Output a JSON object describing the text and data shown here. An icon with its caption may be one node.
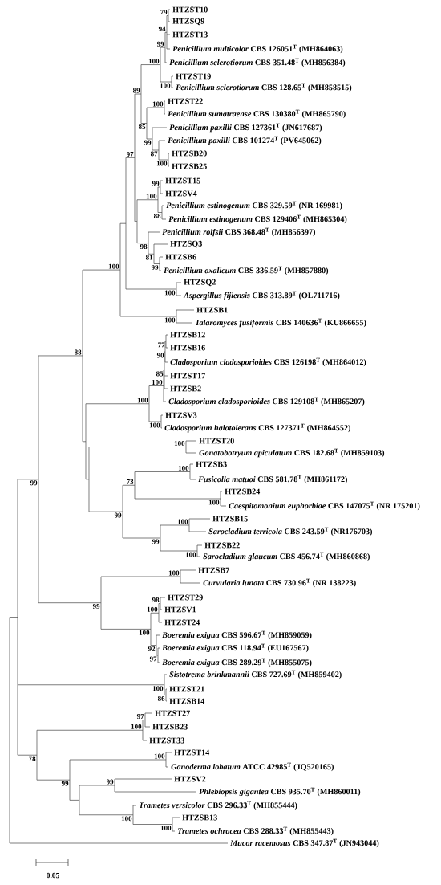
{
  "diagram": {
    "labels": [
      "HTZST10",
      "HTZSQ9",
      "HTZST13",
      "*Penicillium multicolor* CBS 126051$^{T}$ (MH864063)",
      "*Penicillium sclerotiorum* CBS 351.48$^{T}$ (MH856384)",
      "HTZST19",
      "*Penicillium sclerotiorum* CBS 128.65$^{T}$ (MH858515)",
      "HTZST22",
      "*Penicillium sumatraense* CBS 130380$^{T}$ (MH865790)",
      "*Penicillium paxilli* CBS 127361$^{T}$ (JN617687)",
      "*Penicillium paxilli* CBS 101274$^{T}$ (PV645062)",
      "HTZSB20",
      "HTZSB25",
      "HTZST15",
      "HTZSV4",
      "*Penicillium estinogenum* CBS 329.59$^{T}$ (NR 169981)",
      "*Penicillium estinogenum* CBS 129406$^{T}$ (MH865304)",
      "*Penicillium rolfsii* CBS 368.48$^{T}$ (MH856397)",
      "HTZSQ3",
      "HTZSB6",
      "*Penicillium oxalicum* CBS 336.59$^{T}$ (MH857880)",
      "HTZSQ2",
      "*Aspergillus fijiensis* CBS 313.89$^{T}$ (OL711716)",
      "HTZSB1",
      "*Talaromyces fusiformis* CBS 140636$^{T}$ (KU866655)",
      "HTZSB12",
      "HTZSB16",
      "*Cladosporium cladosporioides* CBS 126198$^{T}$ (MH864012)",
      "HTZST17",
      "HTZSB2",
      "*Cladosporium cladosporioides* CBS 129108$^{T}$ (MH865207)",
      "HTZSV3",
      "*Cladosporium halotolerans* CBS 127371$^{T}$ (MH864552)",
      "HTZST20",
      "*Gonatobotryum apiculatum* CBS 182.68$^{T}$ (MH859103)",
      "HTZSB3",
      "*Fusicolla matuoi* CBS 581.78$^{T}$ (MH861172)",
      "HTZSB24",
      "*Caespitomonium euphorbiae* CBS 147075$^{T}$ (NR 175201)",
      "HTZSB15",
      "*Sarocladium terricola* CBS 243.59$^{T}$ (NR176703)",
      "HTZSB22",
      "*Sarocladium glaucum* CBS 456.74$^{T}$ (MH860868)",
      "HTZSB7",
      "*Curvularia lunata* CBS 730.96$^{T}$ (NR 138223)",
      "HTZST29",
      "HTZSV1",
      "HTZST24",
      "*Boeremia exigua* CBS 596.67$^{T}$ (MH859059)",
      "*Boeremia exigua* CBS 118.94$^{T}$ (EU167567)",
      "*Boeremia exigua* CBS 289.29$^{T}$ (MH855075)",
      "*Sistotrema brinkmannii* CBS 727.69$^{T}$ (MH859402)",
      "HTZST21",
      "HTZSB14",
      "HTZST27",
      "HTZSB23",
      "HTZST33",
      "HTZST14",
      "*Ganoderma lobatum* ATCC 42985$^{T}$ (JQ520165)",
      "HTZSV2",
      "*Phlebiopsis gigantea* CBS 935.70$^{T}$ (MH860011)",
      "*Trametes versicolor* CBS 296.33$^{T}$ (MH855444)",
      "HTZSB13",
      "*Trametes ochracea* CBS 288.33$^{T}$ (MH855443)",
      "*Mucor racemosus* CBS 347.87$^{T}$ (JN943044)",
      "79",
      "94",
      "99",
      "100",
      "100",
      "89",
      "100",
      "85",
      "99",
      "97",
      "87",
      "100",
      "99",
      "100",
      "88",
      "98",
      "81",
      "100",
      "99",
      "100",
      "100",
      "77",
      "88",
      "90",
      "85",
      "100",
      "100",
      "100",
      "100",
      "100",
      "73",
      "99",
      "100",
      "99",
      "100",
      "99",
      "100",
      "100",
      "98",
      "99",
      "100",
      "100",
      "92",
      "97",
      "100",
      "86",
      "97",
      "100",
      "100",
      "78",
      "99",
      "99",
      "100",
      "100",
      "0.05"
    ]
  }
}
